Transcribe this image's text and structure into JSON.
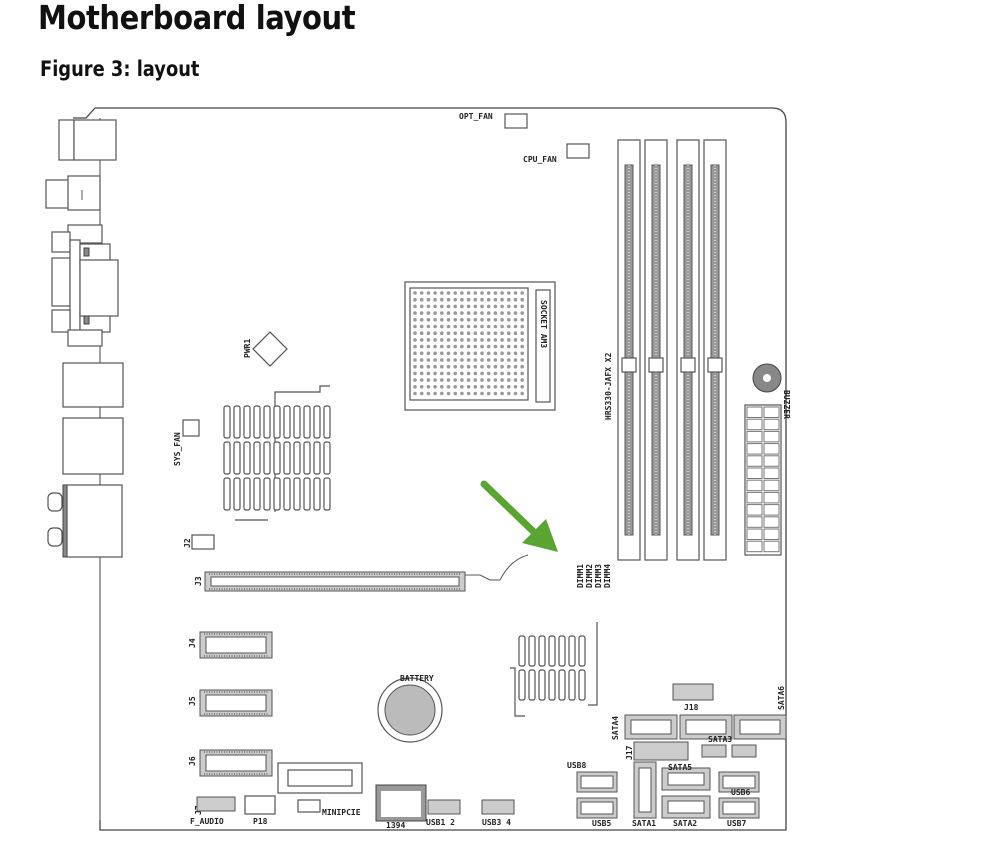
{
  "header": {
    "title": "Motherboard layout",
    "figure_caption": "Figure 3: layout"
  },
  "labels": {
    "opt_fan": "OPT_FAN",
    "cpu_fan": "CPU_FAN",
    "pwr1": "PWR1",
    "sys_fan": "SYS_FAN",
    "socket": "SOCKET AM3",
    "dimm_part": "HRS330-JAFX X2",
    "buzzer": "BUZZER",
    "dimm1": "DIMM1",
    "dimm2": "DIMM2",
    "dimm3": "DIMM3",
    "dimm4": "DIMM4",
    "j2": "J2",
    "j3": "J3",
    "j4": "J4",
    "j5": "J5",
    "j6": "J6",
    "j7": "J7",
    "battery": "BATTERY",
    "j18": "J18",
    "j17": "J17",
    "sata1": "SATA1",
    "sata2": "SATA2",
    "sata3": "SATA3",
    "sata4": "SATA4",
    "sata5": "SATA5",
    "sata6": "SATA6",
    "usb5": "USB5",
    "usb6": "USB6",
    "usb7": "USB7",
    "usb8": "USB8",
    "f_audio": "F_AUDIO",
    "p18": "P18",
    "minipcie": "MINIPCIE",
    "ieee1394": "1394",
    "usb12": "USB1 2",
    "usb34": "USB3 4"
  },
  "colors": {
    "arrow": "#5aa532"
  }
}
